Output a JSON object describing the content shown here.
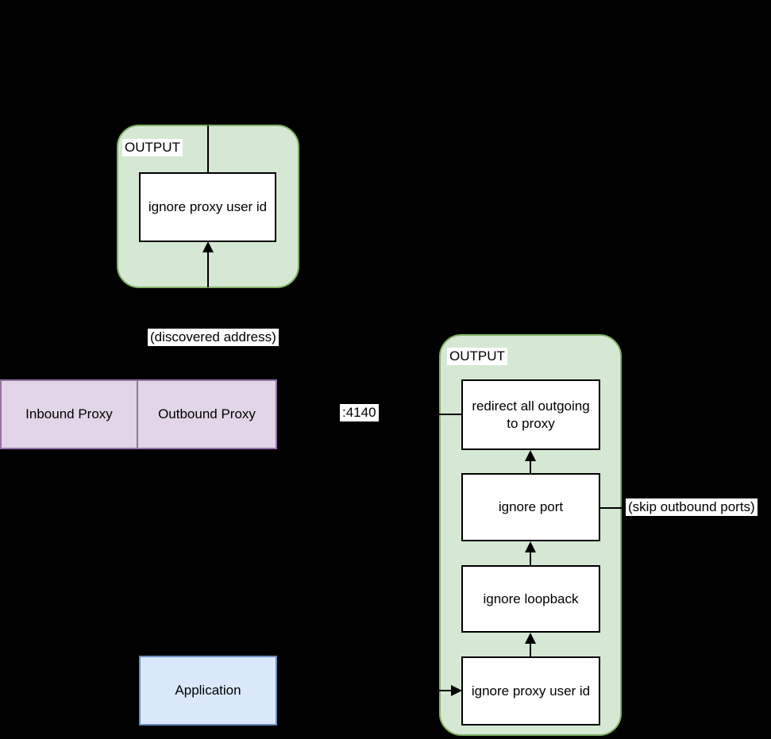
{
  "background_color": "#000000",
  "colors": {
    "chain_fill": "#d5e8d4",
    "chain_stroke": "#82b366",
    "proxy_fill": "#e1d5e7",
    "proxy_stroke": "#9673a6",
    "application_fill": "#dae8fc",
    "application_stroke": "#6c8ebf",
    "node_fill": "#ffffff",
    "node_stroke": "#000000",
    "connector": "#000000",
    "label_background": "#ffffff",
    "text": "#000000"
  },
  "output_chain_top": {
    "title": "OUTPUT",
    "node": "ignore proxy user id"
  },
  "proxy_table": {
    "inbound_label": "Inbound Proxy",
    "outbound_label": "Outbound Proxy"
  },
  "floating_labels": {
    "discovered_address": "(discovered address)",
    "outbound_port": ":4140",
    "skip_outbound_ports": "(skip outbound ports)"
  },
  "output_chain_right": {
    "title": "OUTPUT",
    "nodes": [
      "redirect all outgoing to proxy",
      "ignore port",
      "ignore loopback",
      "ignore proxy user id"
    ]
  },
  "application": {
    "label": "Application"
  }
}
